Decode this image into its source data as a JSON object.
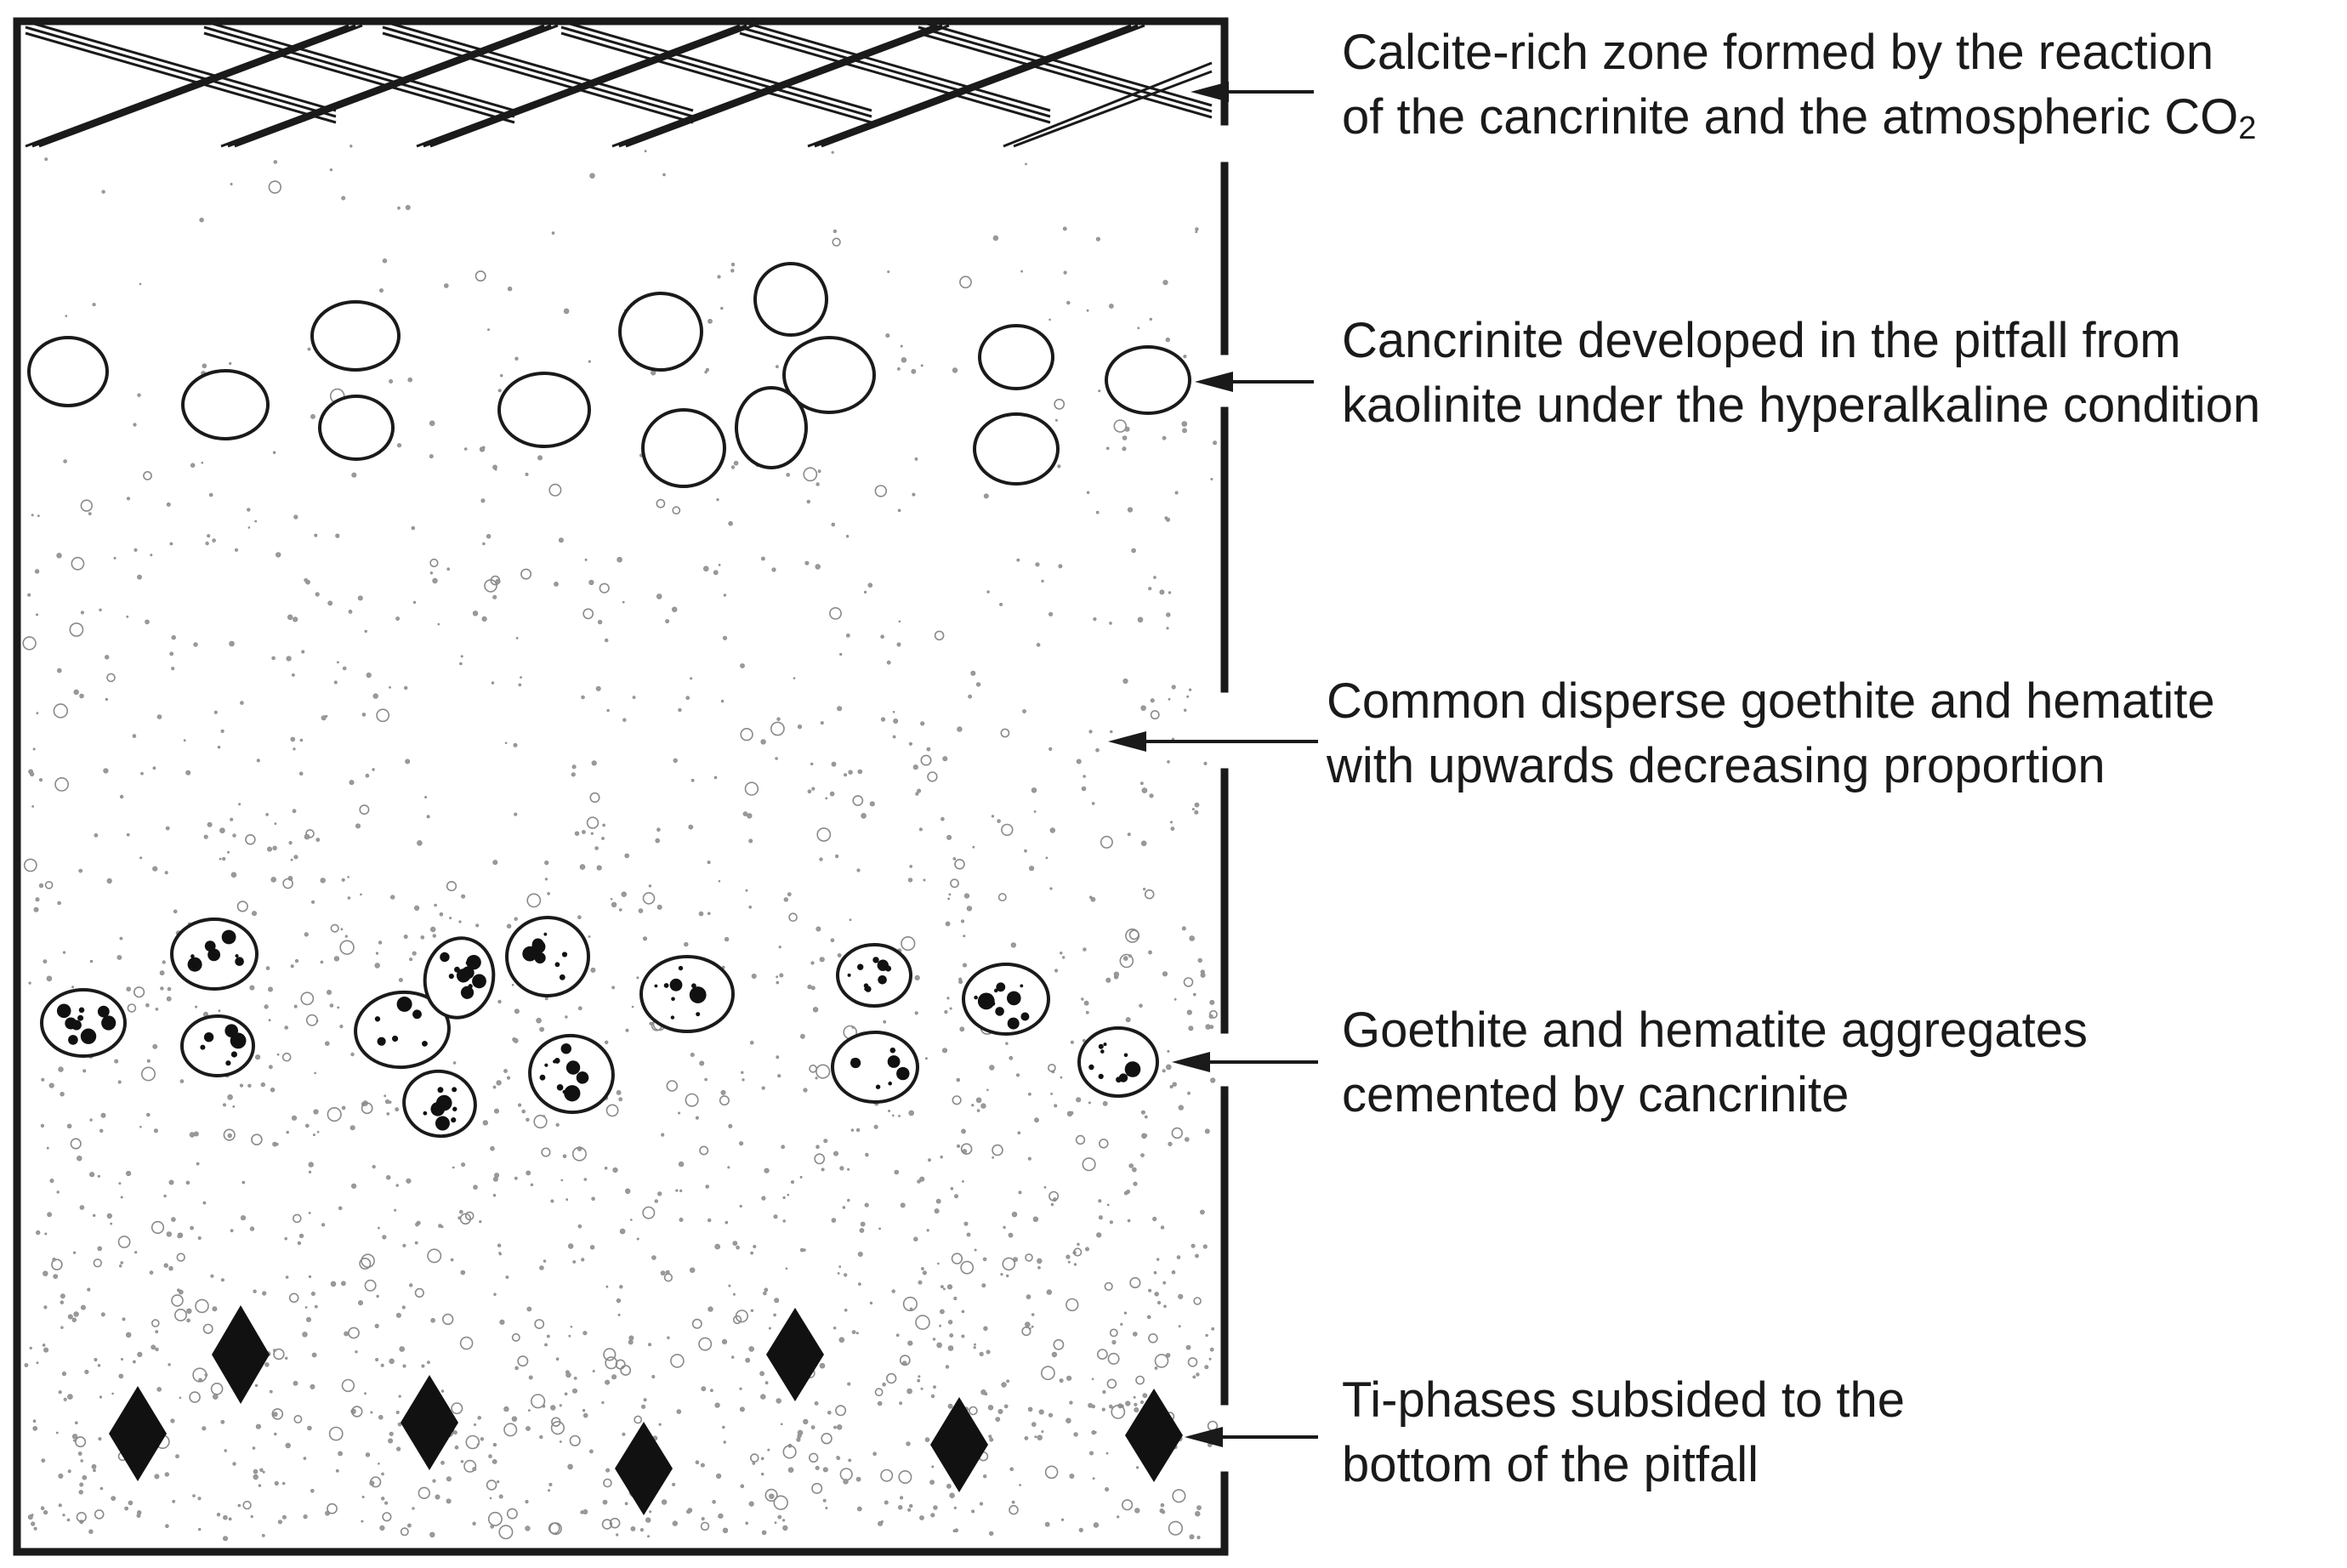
{
  "annotations": [
    {
      "id": "calcite",
      "lines": [
        "Calcite-rich zone formed by the reaction",
        "of the cancrinite and the atmospheric CO"
      ],
      "subscript": "2"
    },
    {
      "id": "cancrinite",
      "lines": [
        "Cancrinite developed in the pitfall from",
        "kaolinite under the hyperalkaline condition"
      ]
    },
    {
      "id": "disperse",
      "lines": [
        "Common disperse goethite and hematite",
        "with upwards decreasing proportion"
      ]
    },
    {
      "id": "aggregates",
      "lines": [
        "Goethite and hematite aggregates",
        "cemented by cancrinite"
      ]
    },
    {
      "id": "ti-phases",
      "lines": [
        "Ti-phases subsided to the",
        "bottom of the pitfall"
      ]
    }
  ],
  "colors": {
    "ink": "#1a1a1a",
    "stipple": "#8a8a8a",
    "background": "#ffffff"
  }
}
